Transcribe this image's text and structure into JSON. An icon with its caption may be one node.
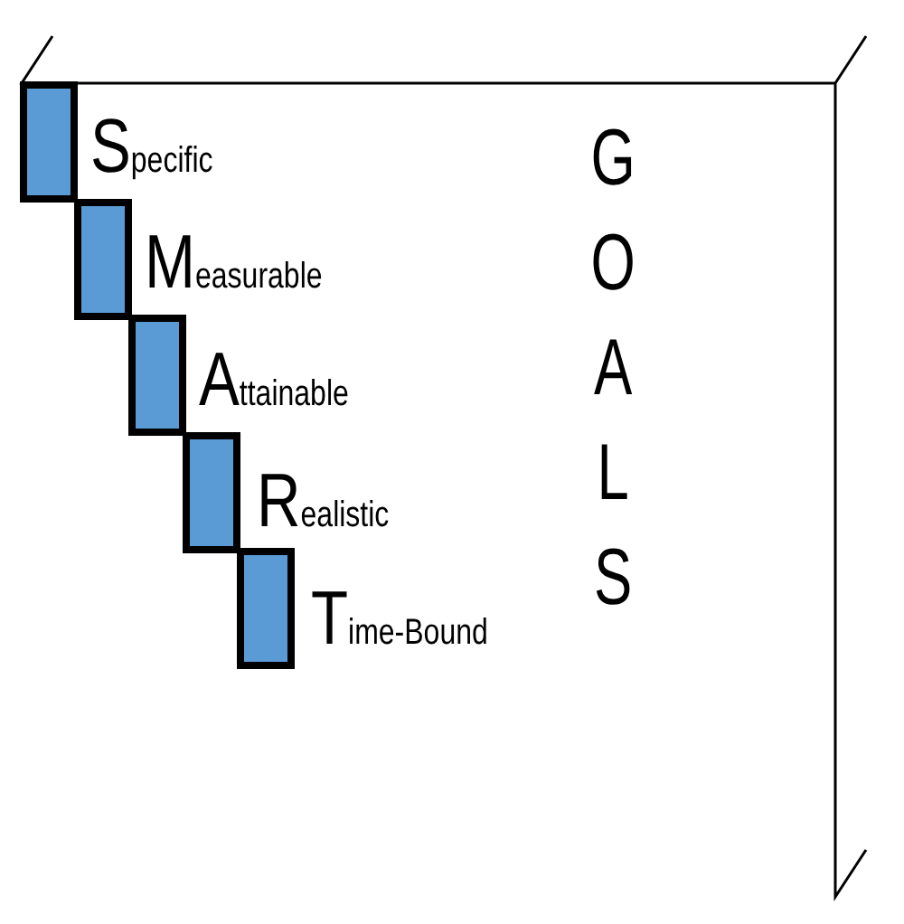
{
  "diagram": {
    "nodes": [
      {
        "text": [],
        "shape": "box",
        "beside": [
          "Specific"
        ]
      },
      {
        "text": [],
        "shape": "box",
        "beside": [
          "Measurable"
        ]
      },
      {
        "text": [],
        "shape": "box",
        "beside": [
          "Attainable"
        ]
      },
      {
        "text": [],
        "shape": "box",
        "beside": [
          "Realistic"
        ]
      },
      {
        "text": [],
        "shape": "box",
        "beside": [
          "Time-Bound"
        ]
      }
    ],
    "labels": [
      "G O A L S"
    ]
  }
}
